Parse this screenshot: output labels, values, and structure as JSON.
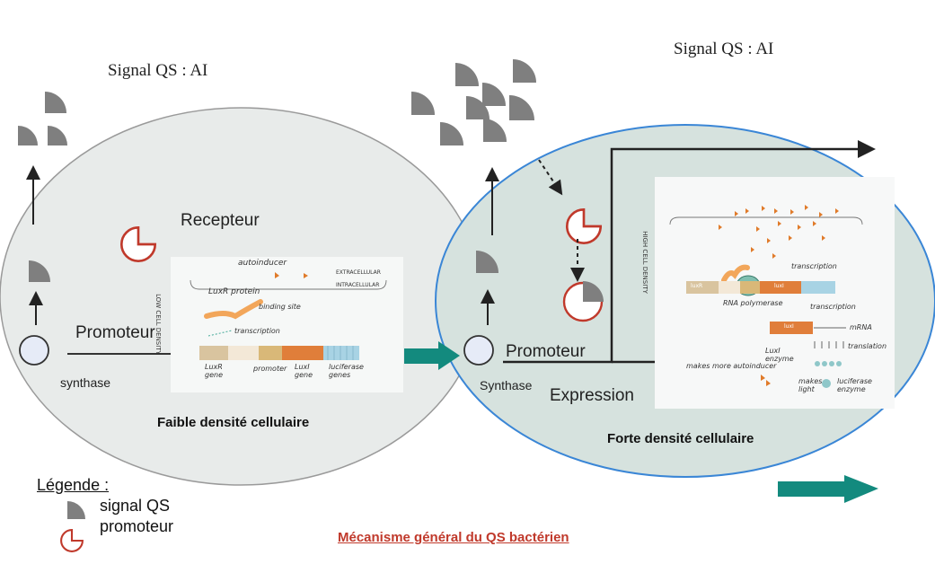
{
  "left_cell": {
    "signal_label": "Signal QS : AI",
    "receptor_label": "Recepteur",
    "promoter_label": "Promoteur",
    "synthase_label": "synthase",
    "density_label": "Faible densité cellulaire",
    "inset": {
      "autoinducer": "autoinducer",
      "extracellular": "EXTRACELLULAR",
      "intracellular": "INTRACELLULAR",
      "luxr_protein": "LuxR protein",
      "binding_site": "binding site",
      "transcription": "transcription",
      "side_label": "LOW CELL DENSITY",
      "luxr_gene": "LuxR gene",
      "promoter": "promoter",
      "luxi_gene": "LuxI gene",
      "luciferase_genes": "luciferase genes"
    }
  },
  "right_cell": {
    "signal_label": "Signal QS : AI",
    "promoter_label": "Promoteur",
    "synthase_label": "Synthase",
    "expression_label": "Expression",
    "density_label": "Forte densité cellulaire",
    "inset": {
      "side_label": "HIGH CELL DENSITY",
      "transcription1": "transcription",
      "rna_polymerase": "RNA polymerase",
      "transcription2": "transcription",
      "mrna": "mRNA",
      "translation": "translation",
      "luxi_enzyme": "LuxI enzyme",
      "makes_more": "makes more autoinducer",
      "makes_light": "makes light",
      "luciferase_enzyme": "luciferase enzyme",
      "luxr_box": "luxR",
      "luxi_box": "luxI",
      "luxi_box2": "luxI"
    }
  },
  "legend": {
    "title": "Légende :",
    "items": [
      "signal QS",
      "promoteur"
    ]
  },
  "caption": "Mécanisme général du QS bactérien",
  "colors": {
    "signal": "#7f7f7f",
    "promoter": "#c0392b",
    "arrow": "#138a7e",
    "left_cell_fill": "#e8ebea",
    "right_cell_fill": "#d6e2de",
    "right_cell_border": "#3a86d6",
    "caption": "#c0392b"
  }
}
